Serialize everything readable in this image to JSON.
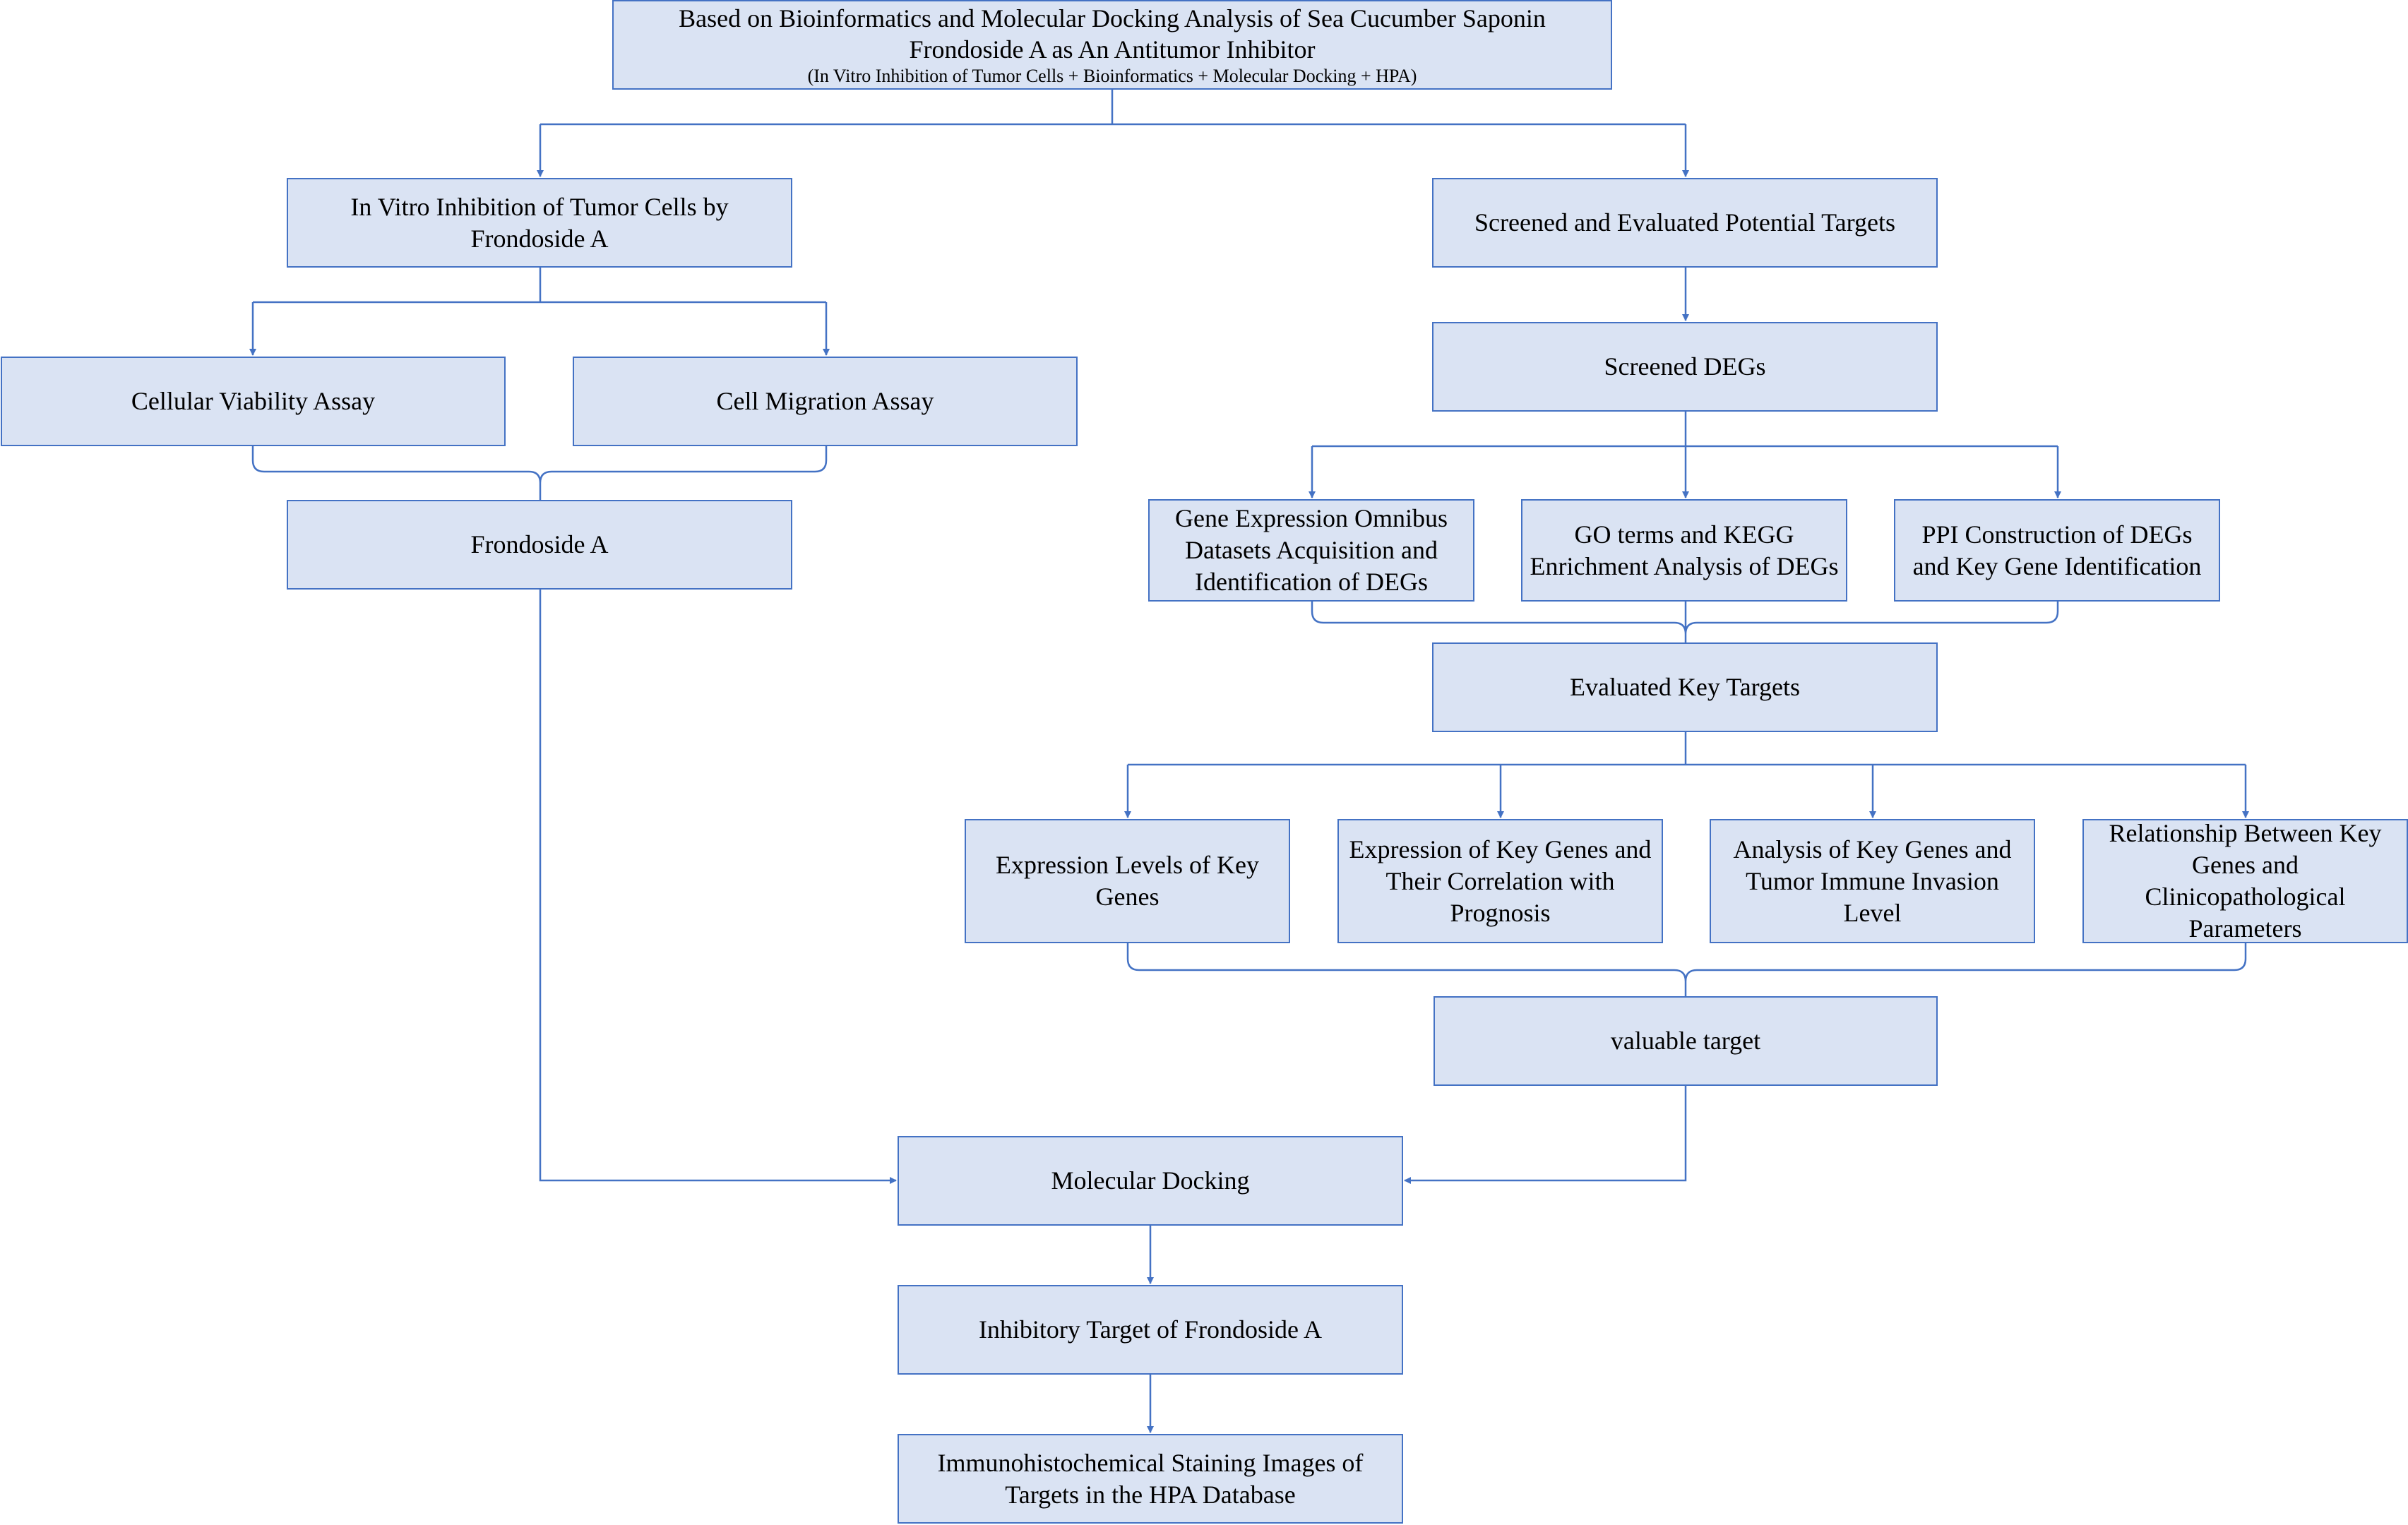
{
  "title_box": {
    "line1": "Based on Bioinformatics and Molecular Docking Analysis of Sea Cucumber Saponin",
    "line2": "Frondoside A as An Antitumor Inhibitor",
    "subtitle": "(In Vitro Inhibition of Tumor Cells + Bioinformatics + Molecular Docking + HPA)"
  },
  "left_branch": {
    "in_vitro": "In Vitro Inhibition of Tumor Cells by Frondoside A",
    "viability": "Cellular Viability Assay",
    "migration": "Cell Migration Assay",
    "frondoside": "Frondoside A"
  },
  "right_branch": {
    "screened_evaluated": "Screened and Evaluated Potential Targets",
    "screened_degs": "Screened DEGs",
    "geo": "Gene Expression Omnibus Datasets Acquisition and Identification of DEGs",
    "go_kegg": "GO terms and KEGG Enrichment Analysis of DEGs",
    "ppi": "PPI  Construction of DEGs and Key Gene Identification",
    "evaluated_key": "Evaluated Key Targets",
    "expr_levels": "Expression Levels of Key Genes",
    "expr_prognosis": "Expression of Key Genes and Their Correlation with Prognosis",
    "immune": "Analysis of Key Genes and Tumor Immune Invasion Level",
    "clinico": "Relationship Between Key Genes and Clinicopathological Parameters",
    "valuable": "valuable target"
  },
  "bottom": {
    "docking": "Molecular Docking",
    "inhibitory": "Inhibitory Target of Frondoside A",
    "ihc": "Immunohistochemical Staining Images of Targets in the HPA Database"
  },
  "colors": {
    "box_fill": "#dae3f3",
    "box_border": "#4472c4",
    "connector": "#4472c4"
  }
}
